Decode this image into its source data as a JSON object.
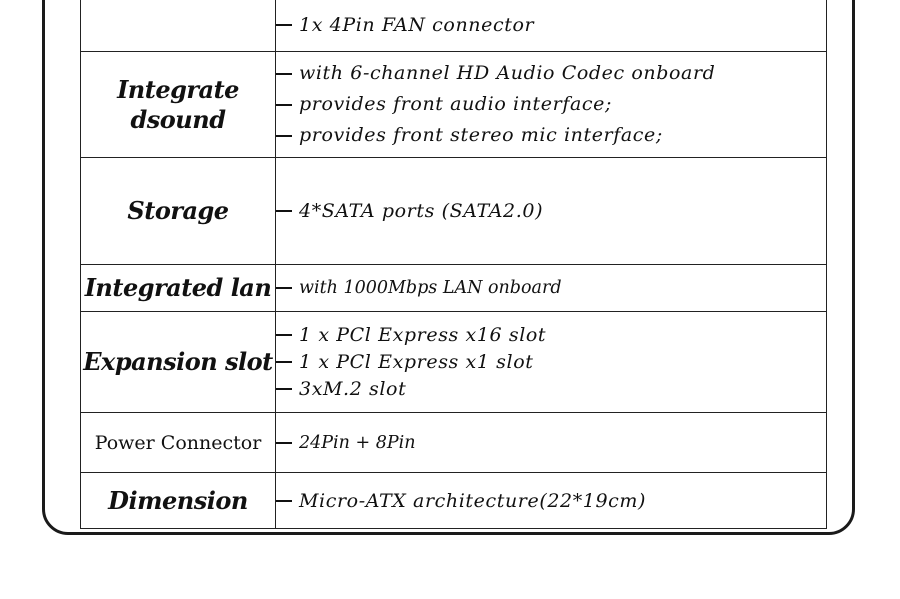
{
  "rows": [
    {
      "label": "",
      "lines": [
        "1x 4Pin FAN connector"
      ]
    },
    {
      "label": "Integrate dsound",
      "label_lines": [
        "Integrate",
        "dsound"
      ],
      "lines": [
        "with 6-channel HD Audio Codec onboard",
        "provides front audio interface;",
        "provides front stereo mic interface;"
      ]
    },
    {
      "label": "Storage",
      "lines": [
        "4*SATA ports (SATA2.0)"
      ]
    },
    {
      "label": "Integrated lan",
      "lines": [
        "with 1000Mbps LAN onboard"
      ]
    },
    {
      "label": "Expansion slot",
      "lines": [
        "1 x PCl Express x16 slot",
        "1 x PCl Express x1 slot",
        "3xM.2 slot"
      ]
    },
    {
      "label": "Power Connector",
      "lines": [
        "24Pin + 8Pin"
      ]
    },
    {
      "label": "Dimension",
      "lines": [
        "Micro-ATX architecture(22*19cm)"
      ]
    }
  ]
}
